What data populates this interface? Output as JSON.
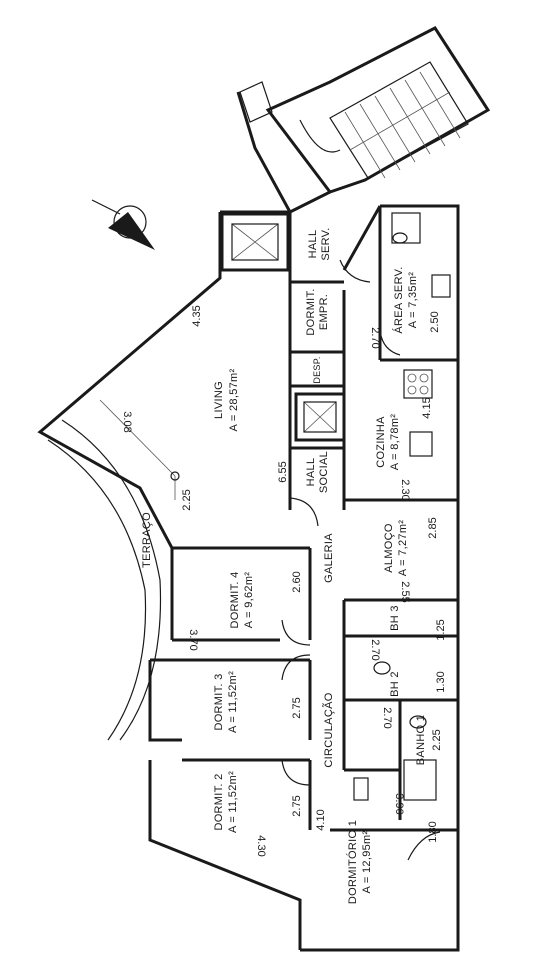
{
  "rooms": {
    "living": {
      "name": "LIVING",
      "area": "A = 28,57m²"
    },
    "terraco": {
      "name": "TERRAÇO"
    },
    "dormit4": {
      "name": "DORMIT. 4",
      "area": "A = 9,62m²"
    },
    "dormit3": {
      "name": "DORMIT. 3",
      "area": "A = 11,52m²"
    },
    "dormit2": {
      "name": "DORMIT. 2",
      "area": "A = 11,52m²"
    },
    "dormitorio1": {
      "name": "DORMITÓRIO 1",
      "area": "A = 12,95m²"
    },
    "circulacao": {
      "name": "CIRCULAÇÃO"
    },
    "galeria": {
      "name": "GALERIA"
    },
    "almoco": {
      "name": "ALMOÇO",
      "area": "A = 7,27m²"
    },
    "cozinha": {
      "name": "COZINHA",
      "area": "A = 8,78m²"
    },
    "area_serv": {
      "name": "ÁREA SERV.",
      "area": "A = 7,35m²"
    },
    "hall_social": {
      "name": "HALL",
      "name2": "SOCIAL"
    },
    "hall_serv": {
      "name": "HALL",
      "name2": "SERV."
    },
    "dormit_empr": {
      "name": "DORMIT.",
      "name2": "EMPR."
    },
    "desp": {
      "name": "DESP."
    },
    "bh3": {
      "name": "BH 3"
    },
    "bh2": {
      "name": "BH 2"
    },
    "banho1": {
      "name": "BANHO 1"
    }
  },
  "dimensions": {
    "d_4_35": "4.35",
    "d_3_08": "3.08",
    "d_2_25_terr": "2.25",
    "d_6_55": "6.55",
    "d_2_70_empr": "2.70",
    "d_2_50": "2.50",
    "d_4_15": "4.15",
    "d_2_30": "2.30",
    "d_2_85": "2.85",
    "d_2_55": "2.55",
    "d_2_60": "2.60",
    "d_3_70": "3.70",
    "d_2_70_bh3": "2.70",
    "d_1_25": "1.25",
    "d_1_30": "1.30",
    "d_2_75_d3": "2.75",
    "d_2_70_b1": "2.70",
    "d_2_25_b1": "2.25",
    "d_2_75_d2": "2.75",
    "d_4_10": "4.10",
    "d_3_90": "3.90",
    "d_1_80": "1.80",
    "d_4_30": "4.30"
  },
  "compass": {
    "icon": "north-arrow-icon"
  }
}
